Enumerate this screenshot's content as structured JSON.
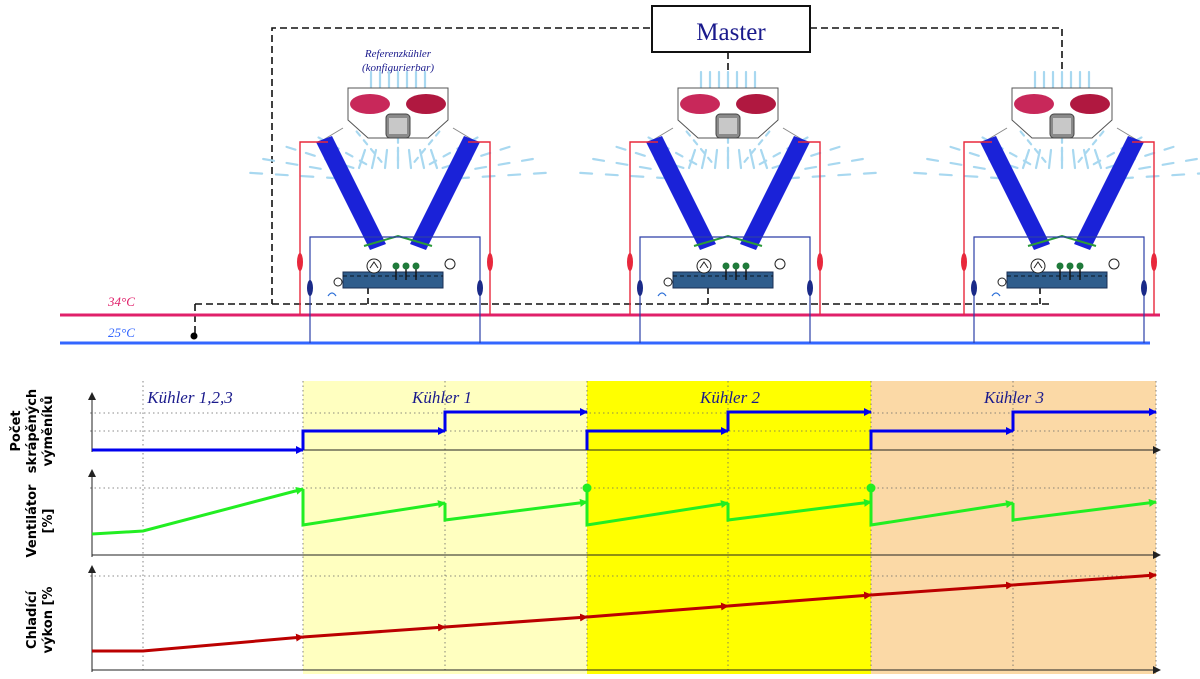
{
  "master": {
    "label": "Master"
  },
  "reference_cooler": {
    "line1": "Referenzkühler",
    "line2": "(konfigurierbar)"
  },
  "pipes": {
    "hot_label": "34°C",
    "cold_label": "25°C",
    "hot_color": "#e0206a",
    "cold_color": "#3366ff"
  },
  "colors": {
    "coil": "#1a22d8",
    "frame_red": "#e8283c",
    "spray": "#a8d8f0",
    "dashed": "#111111",
    "zone1": "#ffffc0",
    "zone2": "#ffff00",
    "zone3": "#fbd9a6",
    "line_blue": "#0000ee",
    "line_green": "#22ee22",
    "line_red": "#bb0000"
  },
  "zones": [
    {
      "label": "Kühler 1,2,3"
    },
    {
      "label": "Kühler 1"
    },
    {
      "label": "Kühler 2"
    },
    {
      "label": "Kühler 3"
    }
  ],
  "ylabels": {
    "p1": [
      "Počet",
      "skrápěných",
      "výměníků"
    ],
    "p2": [
      "Ventilátor",
      "[%]"
    ],
    "p3": [
      "Chladící",
      "výkon [%"
    ]
  }
}
